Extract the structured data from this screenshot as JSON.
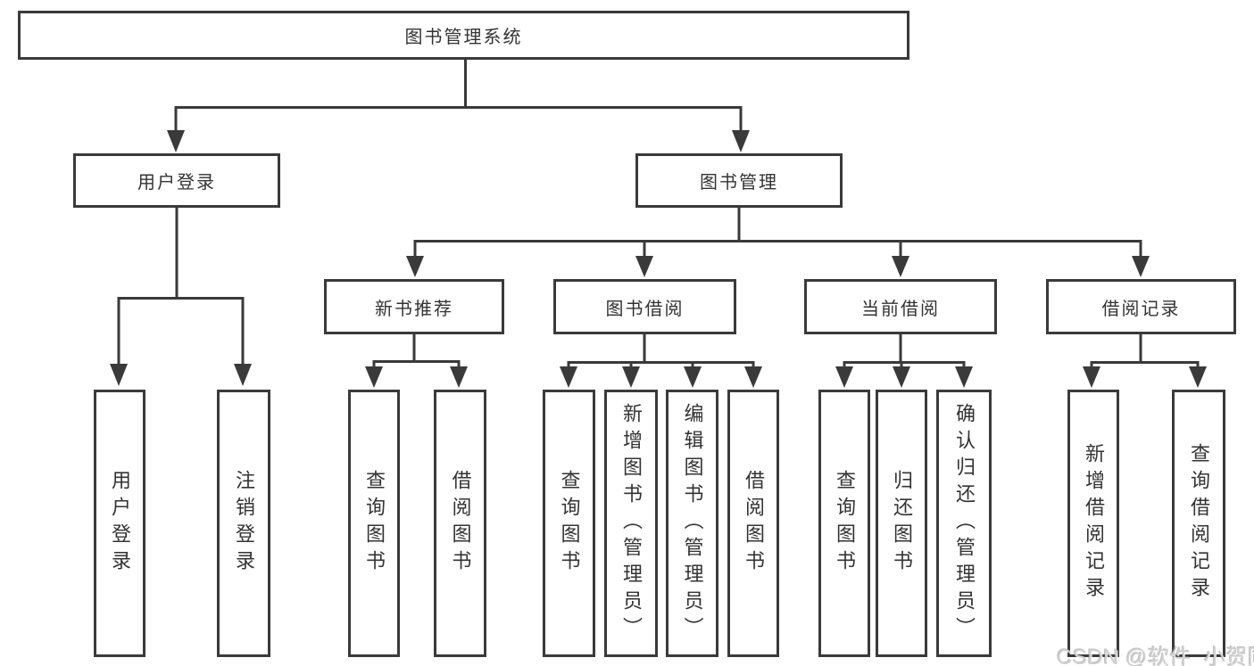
{
  "root": {
    "label": "图书管理系统"
  },
  "branches": {
    "user_login": {
      "label": "用户登录",
      "children": [
        "用户登录",
        "注销登录"
      ]
    },
    "book_mgmt": {
      "label": "图书管理",
      "sections": {
        "new_books": {
          "label": "新书推荐",
          "children": [
            "查询图书",
            "借阅图书"
          ]
        },
        "borrowing": {
          "label": "图书借阅",
          "children": [
            "查询图书",
            "新增图书（管理员）",
            "编辑图书（管理员）",
            "借阅图书"
          ]
        },
        "current": {
          "label": "当前借阅",
          "children": [
            "查询图书",
            "归还图书",
            "确认归还（管理员）"
          ]
        },
        "records": {
          "label": "借阅记录",
          "children": [
            "新增借阅记录",
            "查询借阅记录"
          ]
        }
      }
    }
  },
  "watermark": {
    "text": "CSDN @软件_小贺同学"
  },
  "colors": {
    "line": "#3a3a3a",
    "text": "#333333",
    "background": "#ffffff",
    "watermark": "#cfcfcf"
  }
}
